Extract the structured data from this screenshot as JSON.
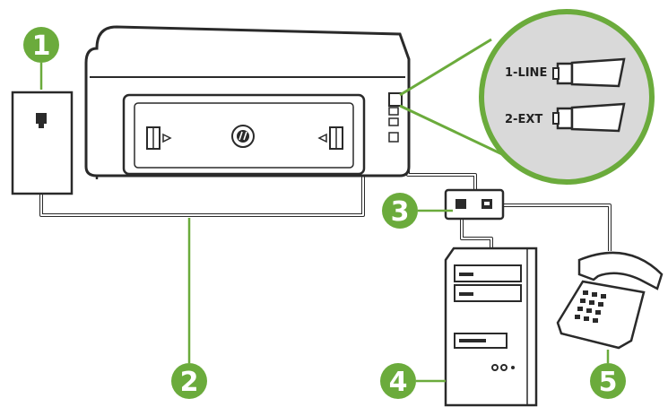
{
  "colors": {
    "accent_green": "#6bab3c",
    "outline": "#2a2a2a",
    "port_zoom_fill": "#d9d9d9",
    "device_fill": "#ffffff",
    "cable_gray": "#999999"
  },
  "port_zoom": {
    "line_label": "1-LINE",
    "ext_label": "2-EXT"
  },
  "callouts": [
    {
      "label": "1",
      "meaning": "wall-phone-jack"
    },
    {
      "label": "2",
      "meaning": "phone-cord"
    },
    {
      "label": "3",
      "meaning": "parallel-splitter"
    },
    {
      "label": "4",
      "meaning": "computer"
    },
    {
      "label": "5",
      "meaning": "telephone"
    }
  ],
  "icons": {
    "printer": "hp-printer-back-icon",
    "logo": "hp-logo-icon",
    "computer": "computer-tower-icon",
    "telephone": "desk-telephone-icon"
  }
}
